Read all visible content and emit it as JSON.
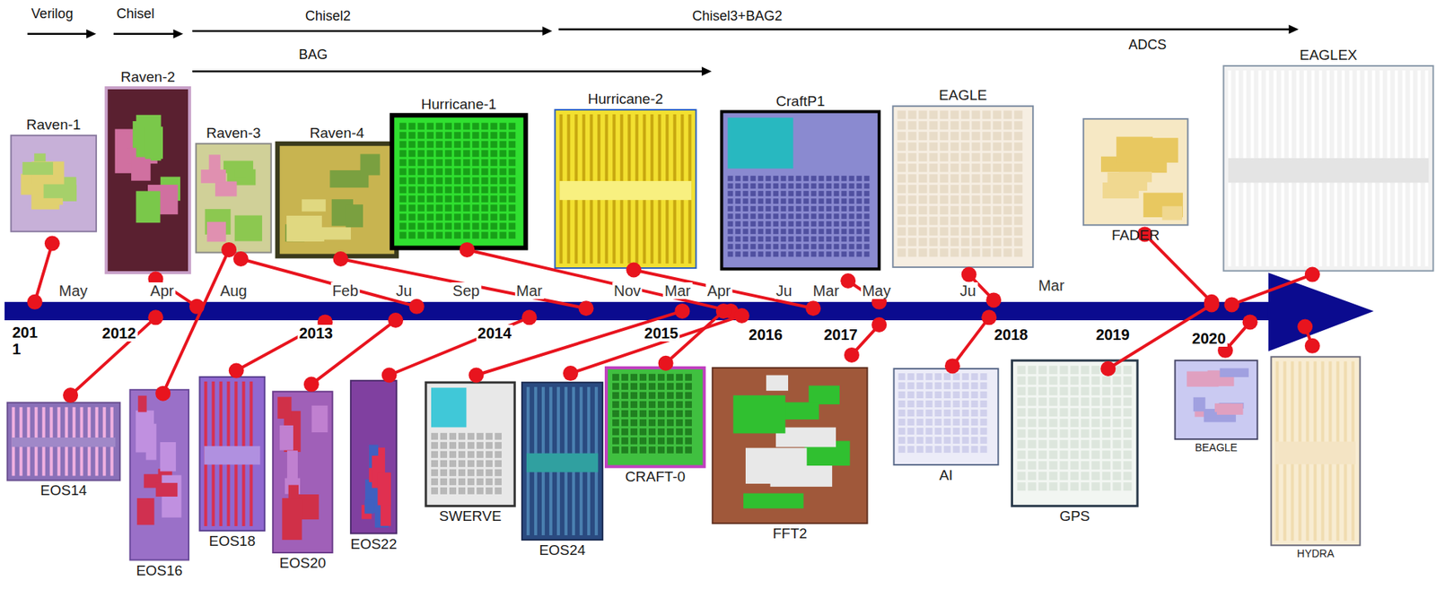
{
  "diagram": {
    "nodes": [
      {
        "text": [
          "Raven-1"
        ]
      },
      {
        "text": [
          "Raven-2"
        ]
      },
      {
        "text": [
          "Raven-3"
        ]
      },
      {
        "text": [
          "Raven-4"
        ]
      },
      {
        "text": [
          "Hurricane-1"
        ]
      },
      {
        "text": [
          "Hurricane-2"
        ]
      },
      {
        "text": [
          "CraftP1"
        ]
      },
      {
        "text": [
          "EAGLE"
        ]
      },
      {
        "text": [
          "FADER"
        ]
      },
      {
        "text": [
          "EAGLEX"
        ]
      },
      {
        "text": [
          "EOS14"
        ]
      },
      {
        "text": [
          "EOS16"
        ]
      },
      {
        "text": [
          "EOS18"
        ]
      },
      {
        "text": [
          "EOS20"
        ]
      },
      {
        "text": [
          "EOS22"
        ]
      },
      {
        "text": [
          "SWERVE"
        ]
      },
      {
        "text": [
          "EOS24"
        ]
      },
      {
        "text": [
          "CRAFT-0"
        ]
      },
      {
        "text": [
          "FFT2"
        ]
      },
      {
        "text": [
          "AI"
        ]
      },
      {
        "text": [
          "GPS"
        ]
      },
      {
        "text": [
          "BEAGLE"
        ]
      },
      {
        "text": [
          "HYDRA"
        ]
      }
    ],
    "labels": [
      "Verilog",
      "Chisel",
      "Chisel2",
      "Chisel3+BAG2",
      "BAG",
      "ADCS",
      "May",
      "Apr",
      "Aug",
      "Feb",
      "Ju",
      "Sep",
      "Mar",
      "Nov",
      "Mar",
      "Apr",
      "Ju",
      "Mar",
      "May",
      "Ju",
      "Mar",
      "201 1",
      "2012",
      "2013",
      "2014",
      "2015",
      "2016",
      "2017",
      "2018",
      "2019",
      "2020"
    ]
  }
}
